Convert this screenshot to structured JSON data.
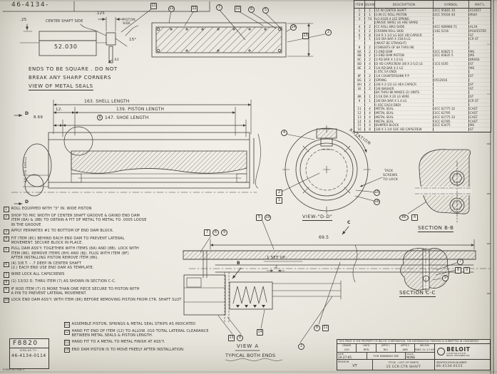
{
  "drawing_no": "46-4134-",
  "seal_detail": {
    "dim_25": ".25",
    "label_center_shaft": "CENTER SHAFT SIDE",
    "dim_52030": "52.030",
    "dim_125": ".125",
    "label_piston_side": "PISTON SIDE",
    "dim_15deg": "15°",
    "dim_03": ".03",
    "note_line1": "ENDS TO BE SQUARE . DO NOT",
    "note_line2": "BREAK ANY SHARP CORNERS",
    "note_line3": "VIEW OF METAL SEALS"
  },
  "main_view": {
    "dim_shell": "163. SHELL LENGTH",
    "dim_12": "12.",
    "dim_piston": "139. PISTON LENGTH",
    "dim_869": "8.69",
    "dim_shoe": "147. SHOE LENGTH",
    "label_to_shell": "16. TO SHELL"
  },
  "view_dd": {
    "label": "VIEW-\"D-D\"",
    "rotation": "ROTATION",
    "tack1": "TACK",
    "tack2": "SCREWS",
    "tack3": "TO LOCK"
  },
  "sections": {
    "bb": "SECTION B-B",
    "cc": "SECTION C-C"
  },
  "detail_view": {
    "dim_695": "69.5",
    "dim_setup": ".1 SET UP",
    "dim_2": ".2",
    "view_a": "VIEW A",
    "typical": "TYPICAL BOTH ENDS"
  },
  "letters": {
    "d": "D",
    "b": "B",
    "c": "C"
  },
  "callouts": {
    "p11a": "11",
    "p11b": "11",
    "p12a": "12",
    "p7": "7",
    "p12b": "12",
    "p6": "6",
    "p5": "5",
    "p14": "14",
    "p13": "13",
    "p2": "2",
    "shoe": "8",
    "dd4": "4",
    "dd15": "15",
    "dd16": "16",
    "dd2": "2",
    "dd1": "1",
    "bb8k": "8K",
    "bb4": "4",
    "cc7": "7",
    "cc8": "8",
    "cc9": "9",
    "cc9b": "9",
    "dt5": "5",
    "dt10": "10",
    "dt7": "7",
    "dt6": "6",
    "dt9": "9",
    "va13": "13",
    "va8": "8",
    "va14": "14",
    "va2": "2",
    "va8b": "8",
    "va11": "11"
  },
  "parts_table": {
    "headers": [
      "ITEM",
      "QUAN",
      "DESCRIPTION",
      "SYMBOL",
      "MAT'L"
    ],
    "rows": [
      [
        "1",
        "1",
        "15 IN CENTER SHAFT",
        "4CC 95665   10",
        "414057"
      ],
      [
        "2",
        "1",
        "3 IN CC ROLL PISTON",
        "2CC 59104   44",
        "MI4A"
      ],
      [
        "3",
        "74",
        "LG-0326-4 LEE SPRING",
        "",
        ""
      ],
      [
        "",
        "",
        "(MUSIC WIRE) (4) ARE SPARE",
        "",
        ""
      ],
      [
        "4",
        "2",
        "CC ROLL BRG SHOE",
        "4CC 680980-71",
        "AL19"
      ],
      [
        "5",
        "2",
        "CROWN ROLL SKID",
        "14G 5216",
        "POLYESTER"
      ],
      [
        "6",
        "8",
        "3/4 R 1-1/2 LG SOC HD CAPSCR",
        "",
        "ST"
      ],
      [
        "7",
        "1",
        "3/4 DIA BAR X 158.6 LG",
        "",
        "CR ST"
      ],
      [
        "",
        "",
        "(MUST BE STRAIGHT)",
        "",
        ""
      ],
      [
        "8",
        "2",
        "CONSISTS OF 8A THRU 8K",
        "",
        ""
      ],
      [
        "8A",
        "2",
        "3 END DAM",
        "2CC 60825   5",
        "MS"
      ],
      [
        "8B",
        "2",
        "3 END DAM PISTON",
        "2CC 60835   5",
        "MS"
      ],
      [
        "8C",
        "2",
        "3 RD BAR X 1.0 LG",
        "",
        "BRASS"
      ],
      [
        "8D",
        "4",
        "D HD CAPSCREW 3/8 X 2-1/2 LG",
        "1CS 4105",
        "ST"
      ],
      [
        "8E",
        "2",
        "1/4 RD BAR X 2 LG",
        "",
        "MS"
      ],
      [
        "",
        "",
        "(.05C EA END)",
        "",
        ""
      ],
      [
        "8F",
        "2",
        "1/4 COUNTERSUNK P P",
        "",
        "ST"
      ],
      [
        "8G",
        "2",
        "SPRING",
        "0512916",
        ""
      ],
      [
        "8H",
        "2",
        "3/8 X 2-1/2 LG HEX CAPSCR",
        "",
        "ST"
      ],
      [
        "8J",
        "2",
        "3/8 WASHER",
        "",
        "ST"
      ],
      [
        "",
        "",
        "8A THRU 8K MAKES (2) UNITS",
        "",
        ""
      ],
      [
        "8K",
        "1",
        "1/16 DIA X 20 LG WIRE",
        "",
        "ST"
      ],
      [
        "9",
        "1",
        "3/8 DIA BAR X 1.4 LG",
        "",
        "CR ST"
      ],
      [
        "",
        "",
        "(.05C EACH END)",
        "",
        ""
      ],
      [
        "11",
        "4",
        "METAL SEAL",
        "4CC 62775   32",
        "CAST"
      ],
      [
        "12",
        "4",
        "METAL SEAL",
        "3CC 62795",
        "CAST"
      ],
      [
        "13",
        "4",
        "METAL SEAL",
        "4CC 62775   33",
        "CAST"
      ],
      [
        "14",
        "4",
        "METAL SEAL",
        "3CC 62785",
        "CAST"
      ],
      [
        "15",
        "4",
        "BUMPER BLOCK",
        "2CC 63475",
        "MS"
      ],
      [
        "16",
        "8",
        "3/8 X 1-1/4 SOC HD CAPSCREW",
        "",
        "ST"
      ]
    ]
  },
  "notes": [
    {
      "no": "1",
      "lines": [
        "ROLL EQUIPPED WITH \"3\" IN. WIDE PISTON"
      ]
    },
    {
      "no": "2",
      "lines": [
        "SHOP TO MIC WIDTH OF CENTER SHAFT GROOVE & GRIND END DAM",
        "ITEM (8A) & (8B) TO OBTAIN A FIT OF METAL TO METAL TO .0005 LOOSE",
        "IN THE GROOVE"
      ]
    },
    {
      "no": "3",
      "lines": [
        "APPLY PERMATEX #1 TO BOTTOM OF END DAM BLOCK."
      ]
    },
    {
      "no": "4",
      "lines": [
        "FIT ITEM (8C) BEHIND EACH END DAM TO PREVENT LATERAL",
        "MOVEMENT. SECURE BLOCK IN PLACE."
      ]
    },
    {
      "no": "5",
      "lines": [
        "PULL DAM ASS'Y. TOGETHER WITH ITEMS (8A) AND (8B). LOCK WITH",
        "ITEM (8K). REMOVE ITEMS (8H) AND (8J). PLUG WITH ITEM (8F)",
        "AFTER INSTALLING PISTON REMOVE ITEM (8K)."
      ]
    },
    {
      "no": "6",
      "lines": [
        "(4) 3/8 T. - .7 DEEP IN CENTER SHAFT",
        "(2.) EACH END USE END DAM AS TEMPLATE."
      ]
    },
    {
      "no": "7",
      "lines": [
        "WIRE LOCK ALL CAPSCREWS"
      ]
    },
    {
      "no": "8",
      "lines": [
        "(1) 13/32 D. THRU ITEM (7) AS SHOWN IN SECTION C-C."
      ]
    },
    {
      "no": "9",
      "lines": [
        "IF ROD ITEM (7) IS MORE THAN ONE PIECE SECURE TO PISTON WITH",
        "A PIN TO PREVENT LATERAL MOVEMENT."
      ]
    },
    {
      "no": "10",
      "lines": [
        "LOCK END DAM ASS'Y. WITH ITEM (8K) BEFORE REMOVING PISTON FROM CTR. SHAFT SLOT"
      ]
    },
    {
      "no": "11",
      "lines": [
        "ASSEMBLE PISTON, SPRINGS & METAL SEAL STRIPS AS INDICATED"
      ]
    },
    {
      "no": "12",
      "lines": [
        "HAND FIT END OF ITEM (12) TO ALLOW .010 TOTAL LATERAL CLEARANCE",
        "BETWEEN METAL SEALS & PISTON LENGTH."
      ]
    },
    {
      "no": "13",
      "lines": [
        "HAND FIT TO A METAL TO METAL FINISH AT ASS'Y."
      ]
    },
    {
      "no": "14",
      "lines": [
        "END DAM PISTON IS TO MOVE FREELY AFTER INSTALLATION."
      ]
    }
  ],
  "footer_box": {
    "code": "F8820",
    "similar": "SIMILAR TO -",
    "number": "46-4134-0114",
    "form_no": "FORM NO 648.3"
  },
  "title_block": {
    "confidential": "THIS PRINT IS THE PROPERTY OF BELOIT CORPORATION. THE INFORMATION THEREON IS SUBMITTED IN CONFIDENCE",
    "approval_headers": [
      "DRAWN",
      "CHK'D",
      "APP'D 1",
      "APP'D 2",
      "IND ENG"
    ],
    "approval_values": [
      "245",
      "RPD",
      "RLY",
      "ABS",
      "RWS 12-17-65"
    ],
    "date_label": "DATE",
    "date_value": "10-27-65",
    "for_drawing": "FOR DRAWING SEE",
    "scale_label": "SCALE",
    "scale_value": "NONE",
    "revision_label": "REVISION",
    "revision_value": "VT",
    "brand": "BELOIT",
    "brand_sub": "CORPORATION",
    "brand_addr": "BELOIT, WISCONSIN USA",
    "title_label": "TITLE - LIST OF PARTS",
    "title_value": "15 CCR CTR SHAFT",
    "id_label": "IDENTIFICATION NUMBER",
    "id_value": "46-4134-0115"
  }
}
